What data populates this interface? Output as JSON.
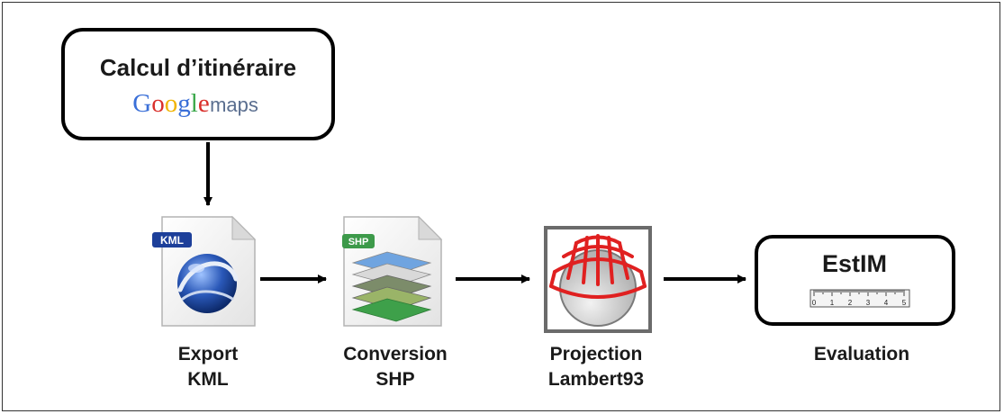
{
  "route_box": {
    "title": "Calcul d’itinéraire",
    "logo_word": "Google",
    "logo_sub": "maps",
    "logo_colors": [
      "#3a6fd8",
      "#d9302b",
      "#f1b400",
      "#3a6fd8",
      "#3aa84a",
      "#d9302b"
    ]
  },
  "steps": [
    {
      "line1": "Export",
      "line2": "KML",
      "badge": "KML",
      "icon": "google-earth-icon"
    },
    {
      "line1": "Conversion",
      "line2": "SHP",
      "badge": "SHP",
      "icon": "shapefile-layers-icon"
    },
    {
      "line1": "Projection",
      "line2": "Lambert93",
      "icon": "map-projection-icon"
    },
    {
      "line1": "Evaluation",
      "icon": "ruler-icon"
    }
  ],
  "estim": {
    "title": "EstIM",
    "ruler_ticks": [
      "0",
      "1",
      "2",
      "3",
      "4",
      "5"
    ]
  }
}
